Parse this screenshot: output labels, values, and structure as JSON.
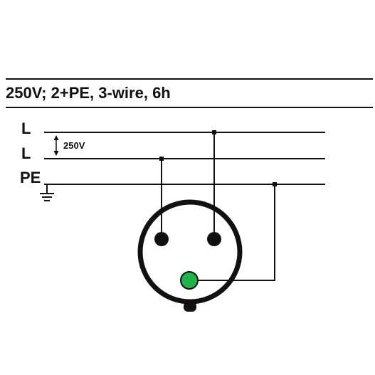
{
  "title": "250V; 2+PE, 3-wire, 6h",
  "conductors": [
    {
      "label": "L"
    },
    {
      "label": "L"
    },
    {
      "label": "PE"
    }
  ],
  "voltage_label": "250V",
  "icons": [
    "ground-icon",
    "socket-outline",
    "earth-pin"
  ],
  "colors": {
    "line": "#111111",
    "earth_pin": "#1fb14a"
  }
}
